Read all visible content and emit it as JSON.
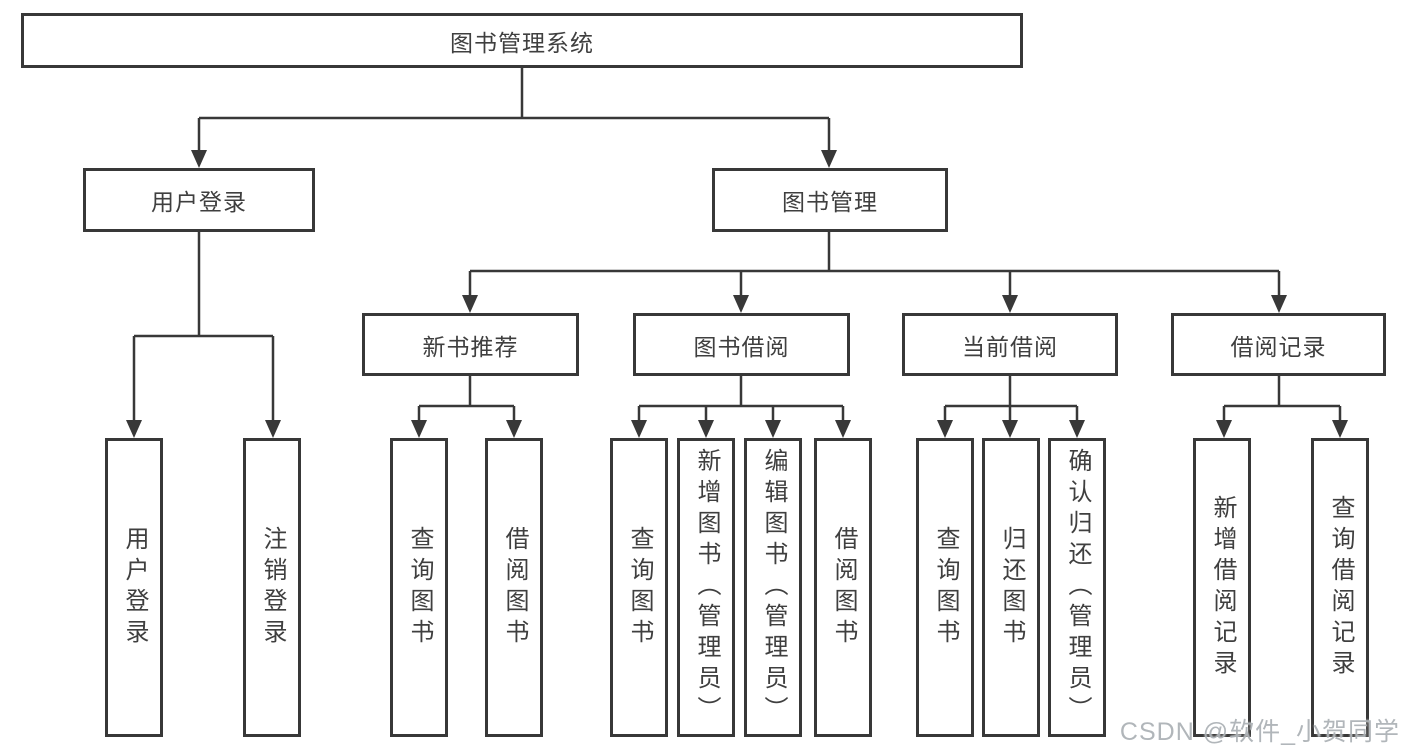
{
  "diagram_title": "图书管理系统",
  "tree": {
    "root": {
      "label": "图书管理系统"
    },
    "branches": [
      {
        "label": "用户登录",
        "children": [
          {
            "label": "用户登录"
          },
          {
            "label": "注销登录"
          }
        ]
      },
      {
        "label": "图书管理",
        "children": [
          {
            "label": "新书推荐",
            "children": [
              {
                "label": "查询图书"
              },
              {
                "label": "借阅图书"
              }
            ]
          },
          {
            "label": "图书借阅",
            "children": [
              {
                "label": "查询图书"
              },
              {
                "label": "新增图书（管理员）"
              },
              {
                "label": "编辑图书（管理员）"
              },
              {
                "label": "借阅图书"
              }
            ]
          },
          {
            "label": "当前借阅",
            "children": [
              {
                "label": "查询图书"
              },
              {
                "label": "归还图书"
              },
              {
                "label": "确认归还（管理员）"
              }
            ]
          },
          {
            "label": "借阅记录",
            "children": [
              {
                "label": "新增借阅记录"
              },
              {
                "label": "查询借阅记录"
              }
            ]
          }
        ]
      }
    ]
  },
  "watermark": "CSDN @软件_小贺同学",
  "colors": {
    "line": "#383838",
    "text": "#3f3f3f",
    "background": "#ffffff",
    "watermark": "#a8aeb3"
  }
}
